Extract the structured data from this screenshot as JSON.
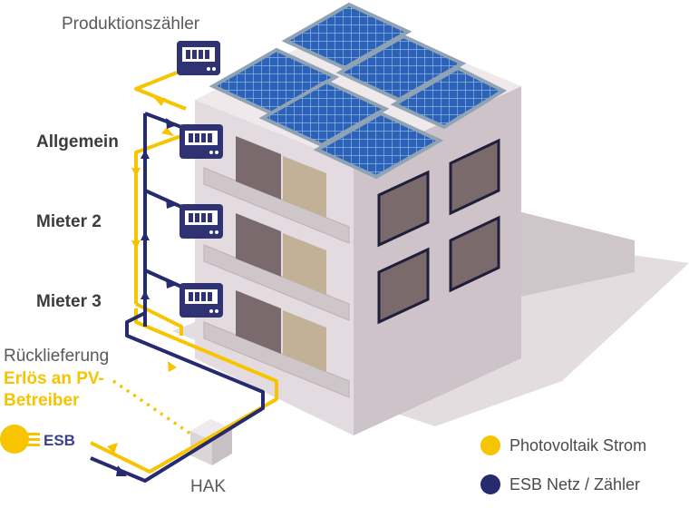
{
  "labels": {
    "production_meter": "Produktionszähler",
    "general": "Allgemein",
    "tenant2": "Mieter 2",
    "tenant3": "Mieter 3",
    "feed_in": "Rücklieferung",
    "revenue_line1": "Erlös an PV-",
    "revenue_line2": "Betreiber",
    "esb": "ESB",
    "hak": "HAK"
  },
  "legend": [
    {
      "label": "Photovoltaik Strom",
      "color": "#f6c400"
    },
    {
      "label": "ESB Netz / Zähler",
      "color": "#262a6e"
    }
  ],
  "colors": {
    "pv": "#f6c400",
    "grid": "#262a6e",
    "meter": "#2f3373",
    "building": "#d7cfd3",
    "building_shadow": "#bfb4b9",
    "solar": "#2f5fb0"
  }
}
